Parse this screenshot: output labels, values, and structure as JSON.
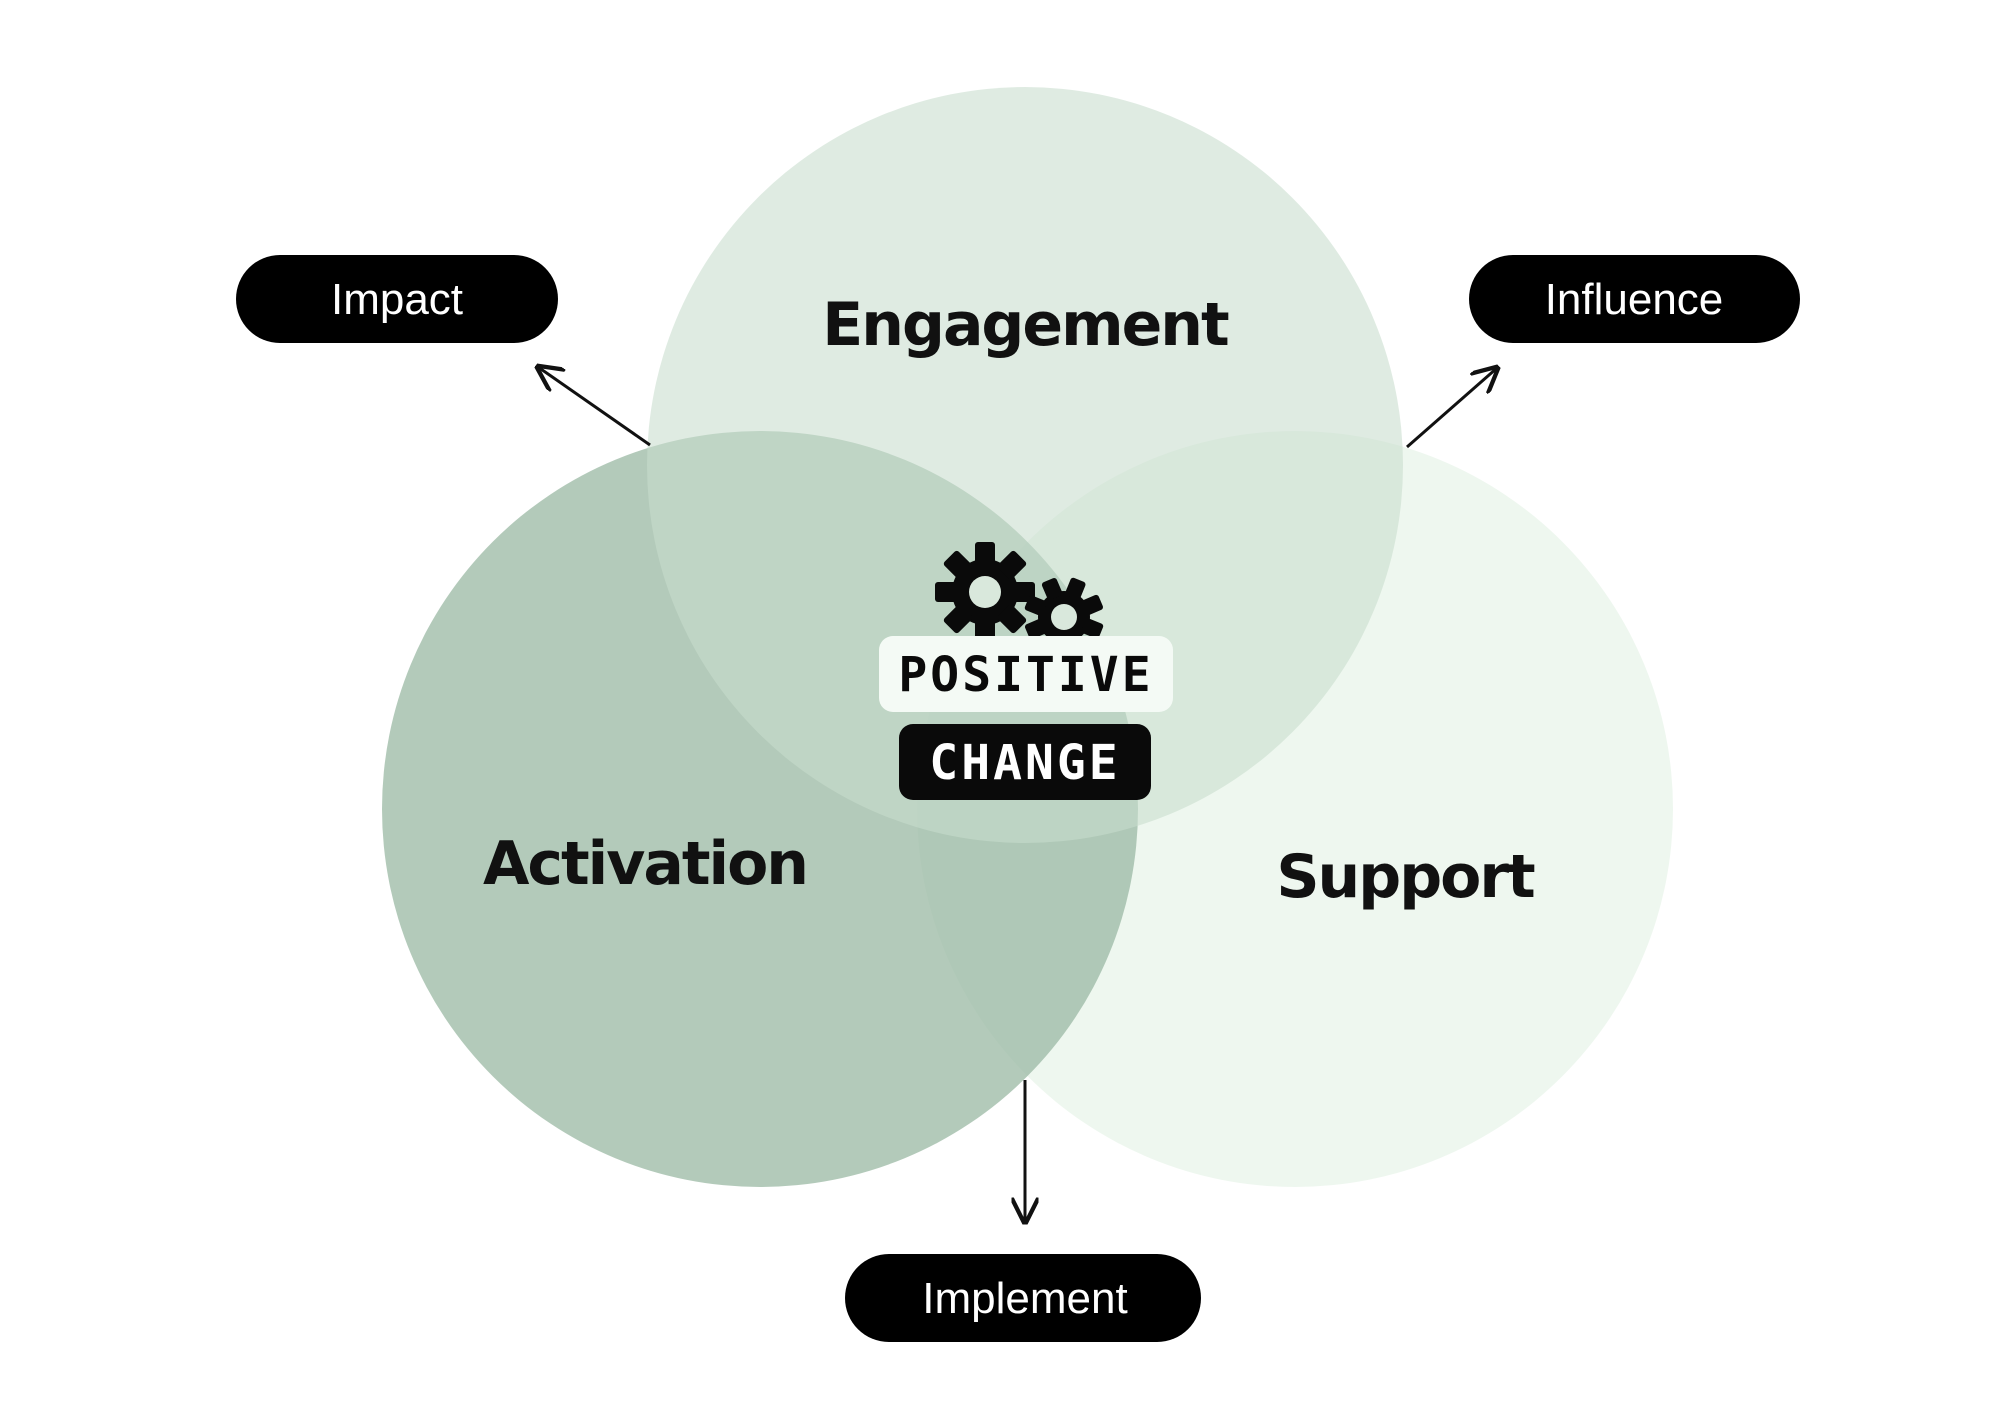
{
  "circles": {
    "engagement": {
      "label": "Engagement",
      "color": "#c8dccd"
    },
    "activation": {
      "label": "Activation",
      "color": "#9dbba6"
    },
    "support": {
      "label": "Support",
      "color": "#e2f1e5"
    }
  },
  "outcomes": {
    "impact": "Impact",
    "influence": "Influence",
    "implement": "Implement"
  },
  "center": {
    "line1": "POSITIVE",
    "line2": "CHANGE",
    "icon": "gears-icon"
  },
  "colors": {
    "pill": "#000000",
    "badge_light": "#f4faf5",
    "badge_dark": "#0a0a0a"
  }
}
